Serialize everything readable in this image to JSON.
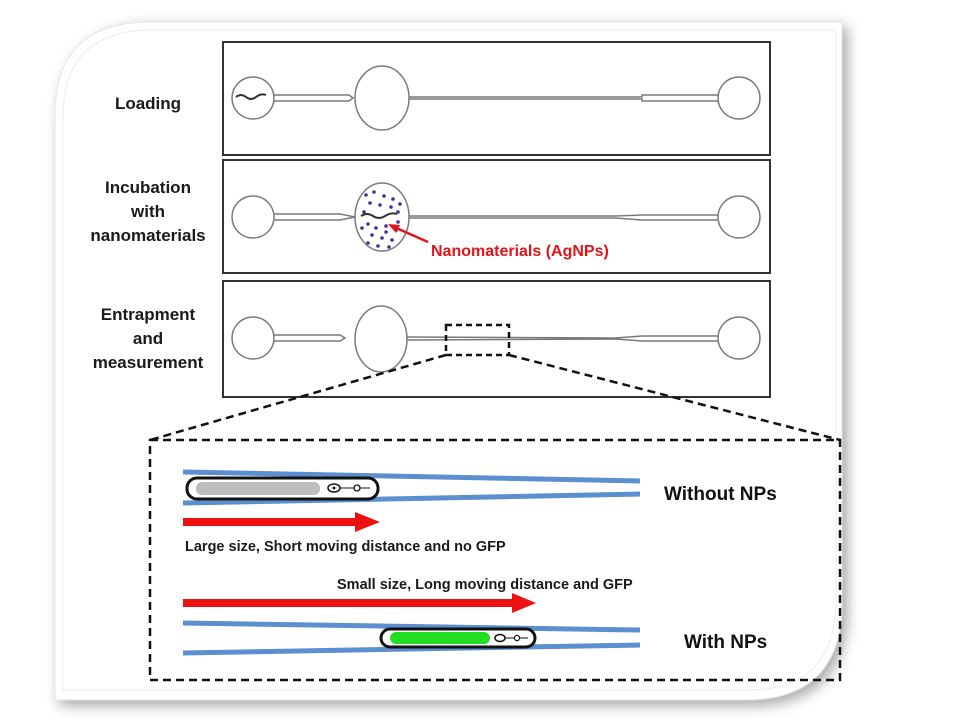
{
  "figure": {
    "stages": [
      {
        "id": "loading",
        "label": "Loading"
      },
      {
        "id": "incubation",
        "label": "Incubation\nwith\nnanomaterials"
      },
      {
        "id": "entrapment",
        "label": "Entrapment\nand\nmeasurement"
      }
    ],
    "annotation": {
      "text": "Nanomaterials (AgNPs)",
      "color": "#e0141b"
    },
    "detail": {
      "without": {
        "label": "Without NPs",
        "caption": "Large size, Short moving distance and no GFP",
        "worm_fill": "#bdbdbd"
      },
      "with": {
        "label": "With NPs",
        "caption": "Small size, Long moving distance and GFP",
        "worm_fill": "#22dd22"
      }
    },
    "colors": {
      "channel": "#5b8fd0",
      "arrow": "#ee1111",
      "particles": "#4a2a9a",
      "outline": "#333333"
    }
  }
}
